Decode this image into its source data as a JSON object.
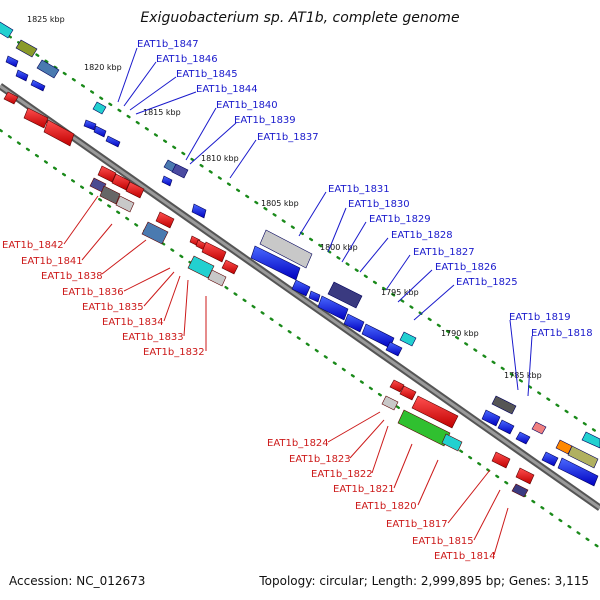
{
  "title": "Exiguobacterium sp. AT1b, complete genome",
  "footer": {
    "accession": "Accession: NC_012673",
    "topology": "Topology: circular; Length: 2,999,895 bp; Genes: 3,115"
  },
  "colors": {
    "forward_label": "#1a1acc",
    "reverse_label": "#cc1a1a",
    "backbone": "#777777",
    "tick": "#1a8a1a"
  },
  "scale_labels": [
    "1825 kbp",
    "1820 kbp",
    "1815 kbp",
    "1810 kbp",
    "1805 kbp",
    "1800 kbp",
    "1795 kbp",
    "1790 kbp",
    "1785 kbp"
  ],
  "forward_labels": [
    "EAT1b_1847",
    "EAT1b_1846",
    "EAT1b_1845",
    "EAT1b_1844",
    "EAT1b_1840",
    "EAT1b_1839",
    "EAT1b_1837",
    "EAT1b_1831",
    "EAT1b_1830",
    "EAT1b_1829",
    "EAT1b_1828",
    "EAT1b_1827",
    "EAT1b_1826",
    "EAT1b_1825",
    "EAT1b_1819",
    "EAT1b_1818"
  ],
  "reverse_labels": [
    "EAT1b_1842",
    "EAT1b_1841",
    "EAT1b_1838",
    "EAT1b_1836",
    "EAT1b_1835",
    "EAT1b_1834",
    "EAT1b_1833",
    "EAT1b_1832",
    "EAT1b_1824",
    "EAT1b_1823",
    "EAT1b_1822",
    "EAT1b_1821",
    "EAT1b_1820",
    "EAT1b_1817",
    "EAT1b_1815",
    "EAT1b_1814"
  ]
}
